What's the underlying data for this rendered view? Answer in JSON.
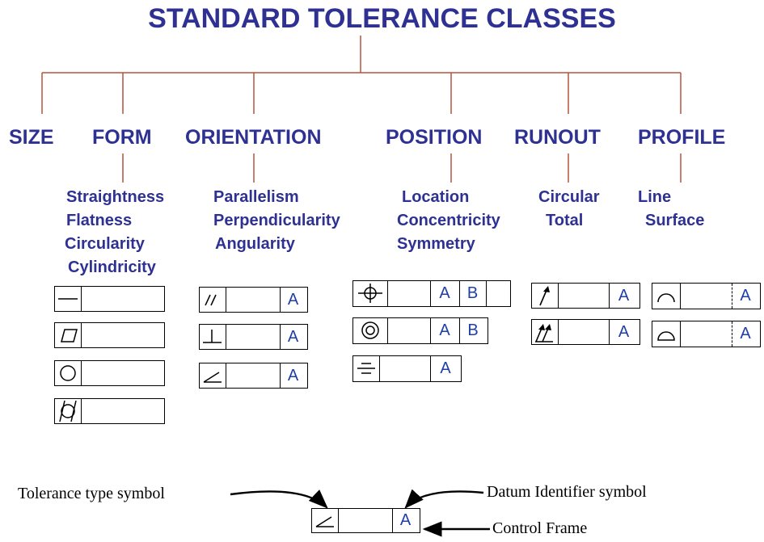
{
  "title": "STANDARD TOLERANCE CLASSES",
  "categories": {
    "size": "SIZE",
    "form": "FORM",
    "orientation": "ORIENTATION",
    "position": "POSITION",
    "runout": "RUNOUT",
    "profile": "PROFILE"
  },
  "subtypes": {
    "form": [
      "Straightness",
      "Flatness",
      "Circularity",
      "Cylindricity"
    ],
    "orientation": [
      "Parallelism",
      "Perpendicularity",
      "Angularity"
    ],
    "position": [
      "Location",
      "Concentricity",
      "Symmetry"
    ],
    "runout": [
      "Circular",
      "Total"
    ],
    "profile": [
      "Line",
      "Surface"
    ]
  },
  "frames": {
    "form": [
      {
        "symbol": "straightness-icon"
      },
      {
        "symbol": "flatness-icon"
      },
      {
        "symbol": "circularity-icon"
      },
      {
        "symbol": "cylindricity-icon"
      }
    ],
    "orientation": [
      {
        "symbol": "parallelism-icon",
        "datums": [
          "A"
        ]
      },
      {
        "symbol": "perpendicularity-icon",
        "datums": [
          "A"
        ]
      },
      {
        "symbol": "angularity-icon",
        "datums": [
          "A"
        ]
      }
    ],
    "position": [
      {
        "symbol": "position-icon",
        "datums": [
          "A",
          "B"
        ]
      },
      {
        "symbol": "concentricity-icon",
        "datums": [
          "A",
          "B"
        ]
      },
      {
        "symbol": "symmetry-icon",
        "datums": [
          "A"
        ]
      }
    ],
    "runout": [
      {
        "symbol": "circular-runout-icon",
        "datums": [
          "A"
        ]
      },
      {
        "symbol": "total-runout-icon",
        "datums": [
          "A"
        ]
      }
    ],
    "profile": [
      {
        "symbol": "profile-line-icon",
        "datums": [
          "A"
        ]
      },
      {
        "symbol": "profile-surface-icon",
        "datums": [
          "A"
        ]
      }
    ]
  },
  "callout": {
    "tolerance_type": "Tolerance type symbol",
    "datum_identifier": "Datum Identifier symbol",
    "control_frame": "Control Frame",
    "example_datum": "A",
    "example_symbol": "angularity-icon"
  },
  "colors": {
    "text_blue": "#2e3192",
    "datum_blue": "#1f3fa8",
    "tree_line": "#b5533c",
    "frame_line": "#000000"
  }
}
